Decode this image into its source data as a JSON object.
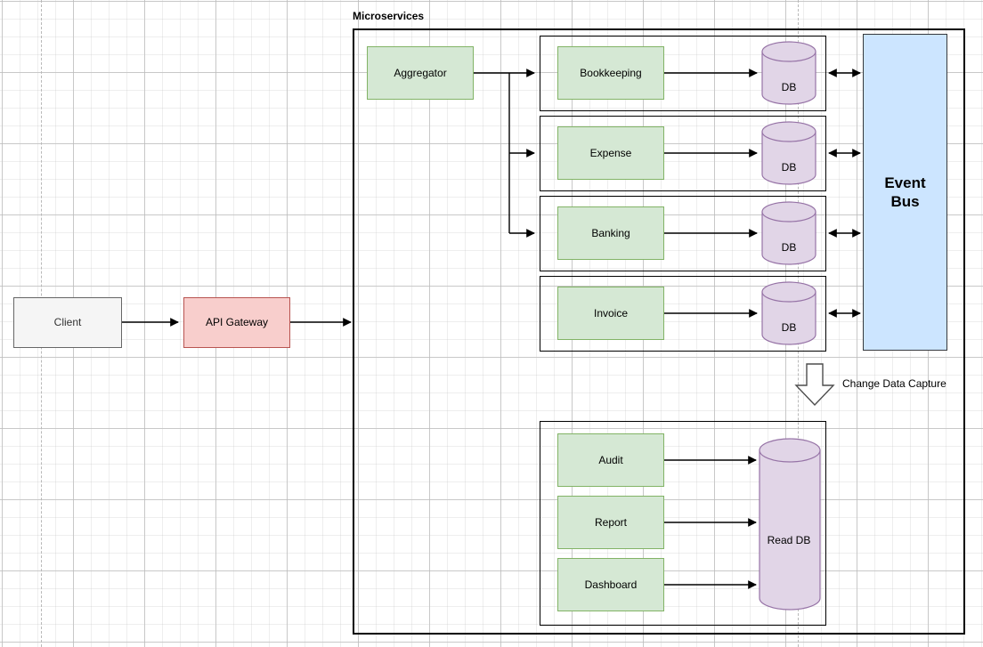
{
  "diagram": {
    "title_label": "Microservices",
    "cdc_label": "Change Data Capture",
    "colors": {
      "service_fill": "#d5e8d4",
      "service_stroke": "#82b366",
      "gateway_fill": "#f8cecc",
      "gateway_stroke": "#b85450",
      "db_fill": "#e1d5e7",
      "db_stroke": "#9673a6",
      "eventbus_fill": "#cce5ff",
      "eventbus_stroke": "#36393d",
      "client_fill": "#f5f5f5",
      "client_stroke": "#666666",
      "line": "#000000"
    }
  },
  "external": {
    "client_label": "Client",
    "gateway_label": "API Gateway"
  },
  "microservices": {
    "aggregator_label": "Aggregator",
    "eventbus_label_line1": "Event",
    "eventbus_label_line2": "Bus",
    "rows": [
      {
        "service": "Bookkeeping",
        "db": "DB"
      },
      {
        "service": "Expense",
        "db": "DB"
      },
      {
        "service": "Banking",
        "db": "DB"
      },
      {
        "service": "Invoice",
        "db": "DB"
      }
    ]
  },
  "read_side": {
    "services": [
      {
        "label": "Audit"
      },
      {
        "label": "Report"
      },
      {
        "label": "Dashboard"
      }
    ],
    "read_db_label": "Read DB"
  }
}
